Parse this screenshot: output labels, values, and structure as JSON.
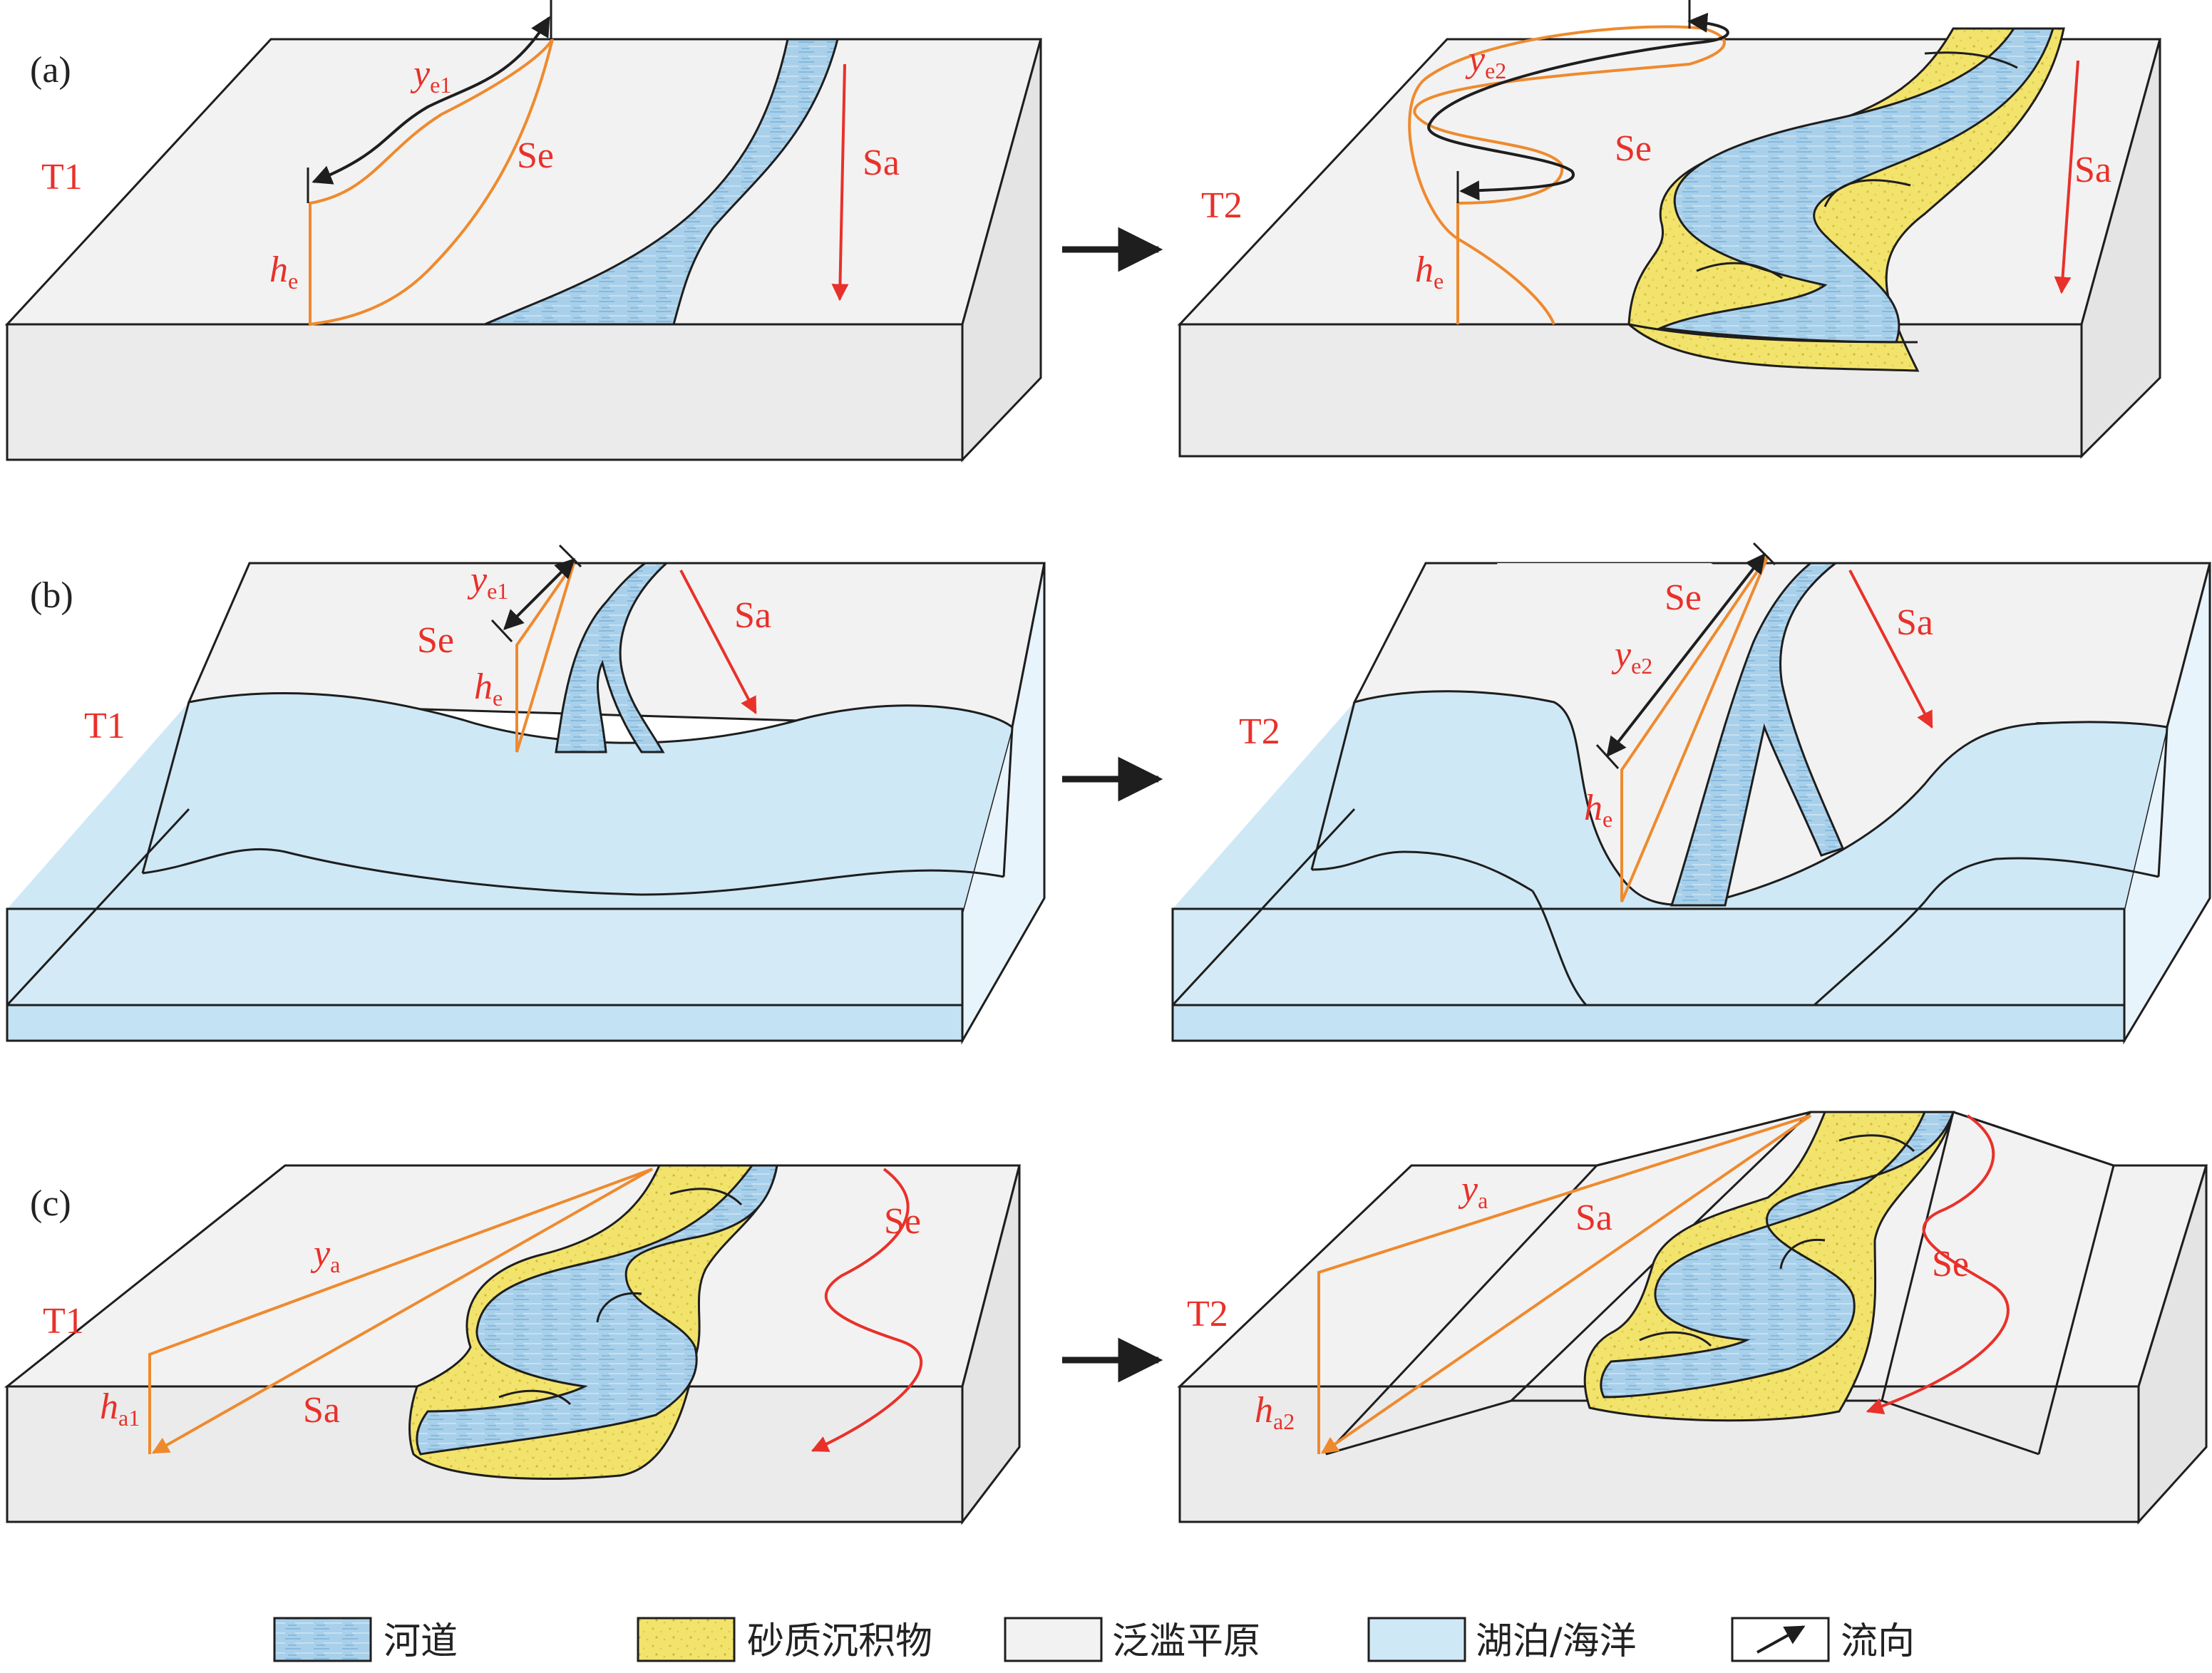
{
  "colors": {
    "floodplain_top": "#f3f2f2",
    "floodplain_side": "#ecebeb",
    "channel": "#a9d0ea",
    "sand": "#f2e36c",
    "lake": "#cfe8f6",
    "orange": "#ee8a2e",
    "red": "#e8312a",
    "line": "#1e1e1e"
  },
  "panels": {
    "a": {
      "tag": "(a)",
      "t1": {
        "time": "T1",
        "ye": "y",
        "ye_sub": "e1",
        "se": "Se",
        "he": "h",
        "he_sub": "e",
        "sa": "Sa"
      },
      "t2": {
        "time": "T2",
        "ye": "y",
        "ye_sub": "e2",
        "se": "Se",
        "he": "h",
        "he_sub": "e",
        "sa": "Sa"
      }
    },
    "b": {
      "tag": "(b)",
      "t1": {
        "time": "T1",
        "ye": "y",
        "ye_sub": "e1",
        "se": "Se",
        "he": "h",
        "he_sub": "e",
        "sa": "Sa"
      },
      "t2": {
        "time": "T2",
        "ye": "y",
        "ye_sub": "e2",
        "se": "Se",
        "he": "h",
        "he_sub": "e",
        "sa": "Sa"
      }
    },
    "c": {
      "tag": "(c)",
      "t1": {
        "time": "T1",
        "ya": "y",
        "ya_sub": "a",
        "se": "Se",
        "ha": "h",
        "ha_sub": "a1",
        "sa": "Sa"
      },
      "t2": {
        "time": "T2",
        "ya": "y",
        "ya_sub": "a",
        "se": "Se",
        "ha": "h",
        "ha_sub": "a2",
        "sa": "Sa"
      }
    }
  },
  "legend": {
    "items": [
      {
        "label": "河道",
        "swatch": "channel"
      },
      {
        "label": "砂质沉积物",
        "swatch": "sand"
      },
      {
        "label": "泛滥平原",
        "swatch": "floodplain"
      },
      {
        "label": "湖泊/海洋",
        "swatch": "lake"
      },
      {
        "label": "流向",
        "swatch": "flow-arrow"
      }
    ]
  }
}
